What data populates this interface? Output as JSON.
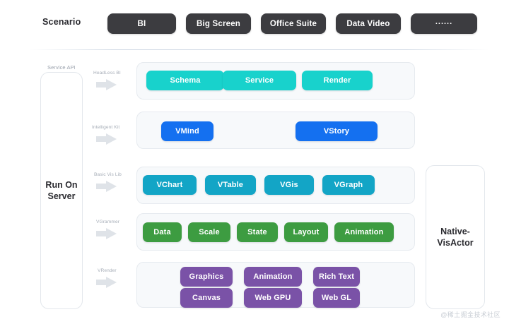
{
  "header": {
    "label": "Scenario",
    "pills": [
      {
        "label": "BI",
        "name": "scenario-pill-bi"
      },
      {
        "label": "Big Screen",
        "name": "scenario-pill-big-screen"
      },
      {
        "label": "Office Suite",
        "name": "scenario-pill-office-suite"
      },
      {
        "label": "Data Video",
        "name": "scenario-pill-data-video"
      },
      {
        "label": "......",
        "name": "scenario-pill-more"
      }
    ]
  },
  "left_rail": {
    "top_tag": "Service API",
    "panel_label": "Run On\nServer",
    "panel_label_line1": "Run On",
    "panel_label_line2": "Server"
  },
  "right_panel": {
    "label_line1": "Native-",
    "label_line2": "VisActor"
  },
  "stages": [
    {
      "tag": "HeadLess BI",
      "icon": "arrow-right-icon",
      "chips": [
        {
          "label": "Schema",
          "color": "#18d2cc"
        },
        {
          "label": "Service",
          "color": "#18d2cc"
        },
        {
          "label": "Render",
          "color": "#18d2cc"
        }
      ]
    },
    {
      "tag": "Intelligent Kit",
      "icon": "arrow-right-icon",
      "chips": [
        {
          "label": "VMind",
          "color": "#1470f0"
        },
        {
          "label": "VStory",
          "color": "#1470f0"
        }
      ]
    },
    {
      "tag": "Basic Vis Lib",
      "icon": "arrow-right-icon",
      "chips": [
        {
          "label": "VChart",
          "color": "#13a5c6"
        },
        {
          "label": "VTable",
          "color": "#13a5c6"
        },
        {
          "label": "VGis",
          "color": "#13a5c6"
        },
        {
          "label": "VGraph",
          "color": "#13a5c6"
        }
      ]
    },
    {
      "tag": "VGrammer",
      "icon": "arrow-right-icon",
      "chips": [
        {
          "label": "Data",
          "color": "#3d9c41"
        },
        {
          "label": "Scale",
          "color": "#3d9c41"
        },
        {
          "label": "State",
          "color": "#3d9c41"
        },
        {
          "label": "Layout",
          "color": "#3d9c41"
        },
        {
          "label": "Animation",
          "color": "#3d9c41"
        }
      ]
    },
    {
      "tag": "VRender",
      "icon": "arrow-right-icon",
      "chips_row1": [
        {
          "label": "Graphics",
          "color": "#7a52a7"
        },
        {
          "label": "Animation",
          "color": "#7a52a7"
        },
        {
          "label": "Rich Text",
          "color": "#7a52a7"
        }
      ],
      "chips_row2": [
        {
          "label": "Canvas",
          "color": "#7a52a7"
        },
        {
          "label": "Web GPU",
          "color": "#7a52a7"
        },
        {
          "label": "Web GL",
          "color": "#7a52a7"
        }
      ]
    }
  ],
  "watermark": "@稀土掘金技术社区",
  "palette": {
    "pill_dark": "#3c3c40",
    "teal": "#18d2cc",
    "blue": "#1470f0",
    "cyan": "#13a5c6",
    "green": "#3d9c41",
    "purple": "#7a52a7",
    "card_bg": "#f7f9fb",
    "card_border": "#e6eaef",
    "text_dark": "#2b2b30",
    "text_muted": "#a6adb7"
  }
}
